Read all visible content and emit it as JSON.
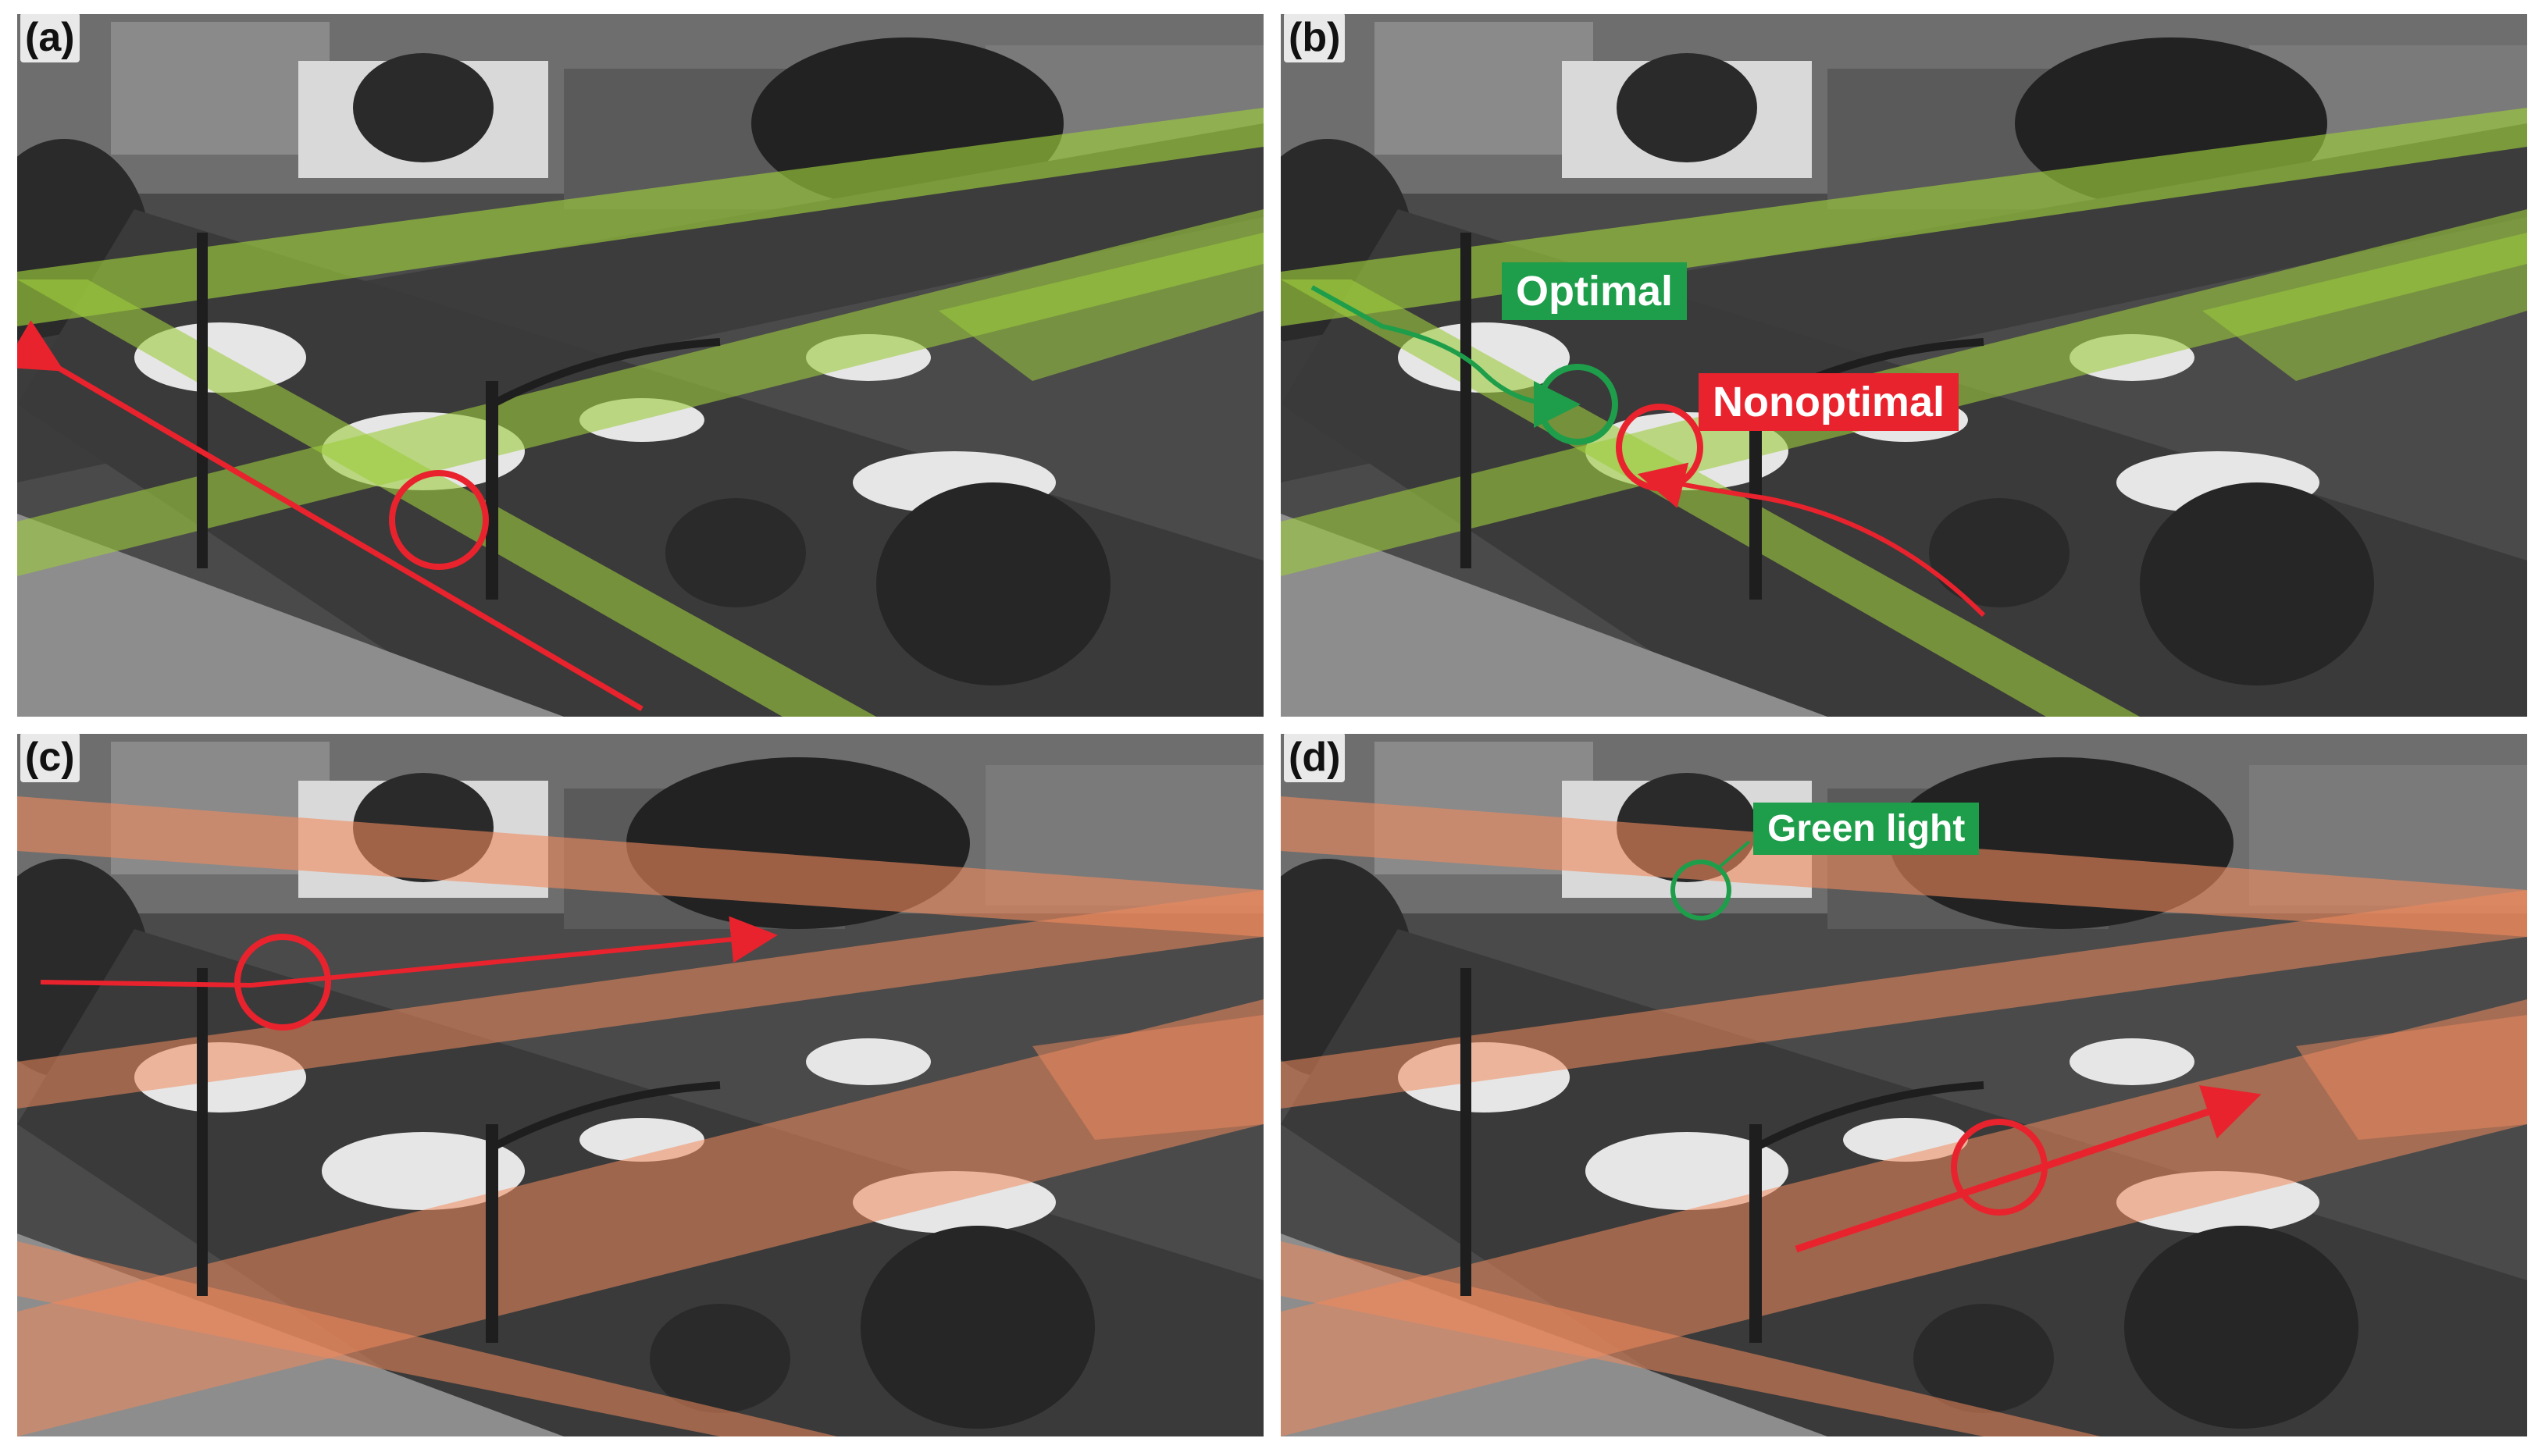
{
  "panels": {
    "a": {
      "label": "(a)"
    },
    "b": {
      "label": "(b)",
      "optimal_label": "Optimal",
      "nonoptimal_label": "Nonoptimal"
    },
    "c": {
      "label": "(c)"
    },
    "d": {
      "label": "(d)",
      "green_light_label": "Green light"
    }
  },
  "colors": {
    "bike_path_overlay": "#9ccc3c",
    "crosswalk_overlay": "#f08a5d",
    "highlight_red": "#e8232d",
    "highlight_green": "#1e9e4a"
  }
}
